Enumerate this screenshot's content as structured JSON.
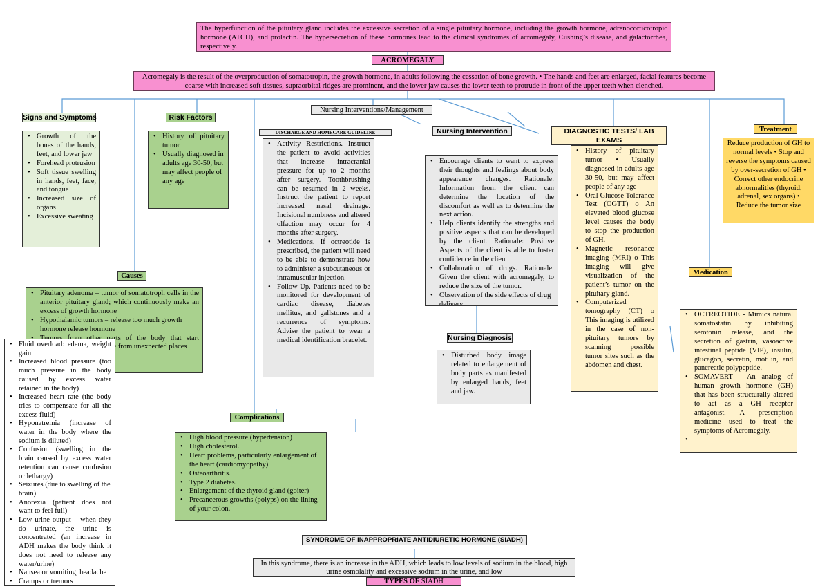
{
  "intro_text": "The hyperfunction of the pituitary gland includes the excessive secretion of a single pituitary hormone, including the growth hormone, adrenocorticotropic hormone (ATCH), and prolactin. The hypersecretion of these hormones lead to the clinical syndromes of acromegaly, Cushing’s disease, and galactorrhea, respectively.",
  "acromegaly_title": "ACROMEGALY",
  "acromegaly_definition": "Acromegaly is the result of the overproduction of somatotropin, the growth hormone, in adults following the cessation of bone growth. • The hands and feet are enlarged, facial features become coarse with increased soft tissues, supraorbital ridges are prominent, and the lower jaw causes the lower teeth to protrude in front of the upper teeth when clenched.",
  "signs": {
    "title": "Signs and Symptoms",
    "items": [
      "Growth of the bones of the hands, feet, and lower jaw",
      "Forehead protrusion",
      "Soft tissue swelling in hands, feet, face, and tongue",
      "Increased size of organs",
      "Excessive sweating"
    ]
  },
  "risk": {
    "title": "Risk Factors",
    "items": [
      "History of pituitary tumor",
      "Usually diagnosed in adults age 30-50, but may affect people of any age"
    ]
  },
  "causes": {
    "title": "Causes",
    "items": [
      "Pituitary adenoma – tumor of somatotroph cells in the anterior pituitary gland; which continuously make an excess of growth hormone",
      "Hypothalamic tumors – release too much growth hormone release hormone",
      "Tumors from other parts of the body that start secreting growth hormone from unexpected places"
    ]
  },
  "siadh_symptoms": [
    "Fluid overload: edema, weight gain",
    "Increased blood pressure (too much pressure in the body caused by excess water retained in the body)",
    "Increased heart rate (the body tries to compensate for all the excess fluid)",
    "Hyponatremia (increase of water in the body where the sodium is diluted)",
    "Confusion (swelling in the brain caused by excess water retention can cause confusion or lethargy)",
    " Seizures (due to swelling of the brain)",
    "Anorexia (patient does not want to feel full)",
    " Low urine output – when they do urinate, the urine is concentrated (an increase in ADH makes the body think it does not need to release any water/urine)",
    "Nausea or vomiting, headache",
    "Cramps or tremors"
  ],
  "nursing_mgmt_title": "Nursing Interventions/Management",
  "discharge": {
    "title": "DISCHARGE AND HOMECARE GUIDELINE",
    "items": [
      "Activity Restrictions. Instruct the patient to avoid activities that increase intracranial pressure for up to 2 months after surgery. Toothbrushing can be resumed in 2 weeks. Instruct the patient to report increased nasal drainage. Incisional numbness and altered olfaction may occur for 4 months after surgery.",
      "Medications. If octreotide is prescribed, the patient will need to be able to demonstrate how to administer a subcutaneous or intramuscular injection.",
      "Follow-Up. Patients need to be monitored for development of cardiac disease, diabetes mellitus, and gallstones and a recurrence of symptoms. Advise the patient to wear a medical identification bracelet."
    ]
  },
  "nursing_intervention": {
    "title": "Nursing Intervention",
    "items": [
      "Encourage clients to want to express their thoughts and feelings about body appearance changes. Rationale: Information from the client can determine the location of the discomfort as well as to determine the next action.",
      "Help clients identify the strengths and positive aspects that can be developed by the client. Rationale: Positive Aspects of the client is able to foster confidence in the client.",
      "Collaboration of drugs. Rationale: Given the client with acromegaly, to reduce the size of the tumor.",
      "Observation of the side effects of drug delivery."
    ]
  },
  "nursing_diagnosis": {
    "title": "Nursing Diagnosis",
    "items": [
      "Disturbed body image related to enlargement of body parts as manifested by enlarged hands, feet and jaw."
    ]
  },
  "diagnostic": {
    "title": "DIAGNOSTIC TESTS/ LAB EXAMS",
    "items": [
      "History of pituitary tumor • Usually diagnosed in adults age 30-50, but may affect people of any age",
      "Oral Glucose Tolerance Test (OGTT) o An elevated blood glucose level causes the body to stop the production of GH.",
      "Magnetic resonance imaging (MRI) o This imaging will give visualization of the patient’s tumor on the pituitary gland.",
      "Computerized tomography (CT) o This imaging is utilized in the case of non-pituitary tumors by scanning possible tumor sites such as the abdomen and chest."
    ]
  },
  "treatment": {
    "title": "Treatment",
    "text": "Reduce production of GH to normal levels • Stop and reverse the symptoms caused by over-secretion of GH • Correct other endocrine abnormalities (thyroid, adrenal, sex organs) • Reduce the tumor size"
  },
  "medication": {
    "title": "Medication",
    "items": [
      "OCTREOTIDE - Mimics natural somatostatin by inhibiting serotonin release, and the secretion of gastrin, vasoactive intestinal peptide (VIP), insulin, glucagon, secretin, motilin, and pancreatic polypeptide.",
      "SOMAVERT - An analog of human growth hormone (GH) that has been structurally altered to act as a GH receptor antagonist. A prescription medicine used to treat the symptoms of Acromegaly.",
      ""
    ]
  },
  "complications": {
    "title": "Complications",
    "items": [
      "High blood pressure (hypertension)",
      "High cholesterol.",
      "Heart problems, particularly enlargement of the heart (cardiomyopathy)",
      "Osteoarthritis.",
      "Type 2 diabetes.",
      "Enlargement of the thyroid gland (goiter)",
      "Precancerous growths (polyps) on the lining of your colon."
    ]
  },
  "siadh": {
    "title": "SYNDROME OF INAPPROPRIATE ANTIDIURETIC HORMONE (SIADH)",
    "text": "In this syndrome, there is an increase in the ADH, which leads to low levels of sodium in the blood, high urine osmolality and excessive sodium in the urine, and low",
    "types_bold": "TYPES OF",
    "types_rest": " SIADH"
  },
  "colors": {
    "pink": "#f890d0",
    "light_green": "#e4efd9",
    "green": "#a9d18e",
    "gray": "#e9e9e9",
    "light_yellow": "#fff2cc",
    "yellow": "#ffd966",
    "connector": "#5b9bd5"
  }
}
